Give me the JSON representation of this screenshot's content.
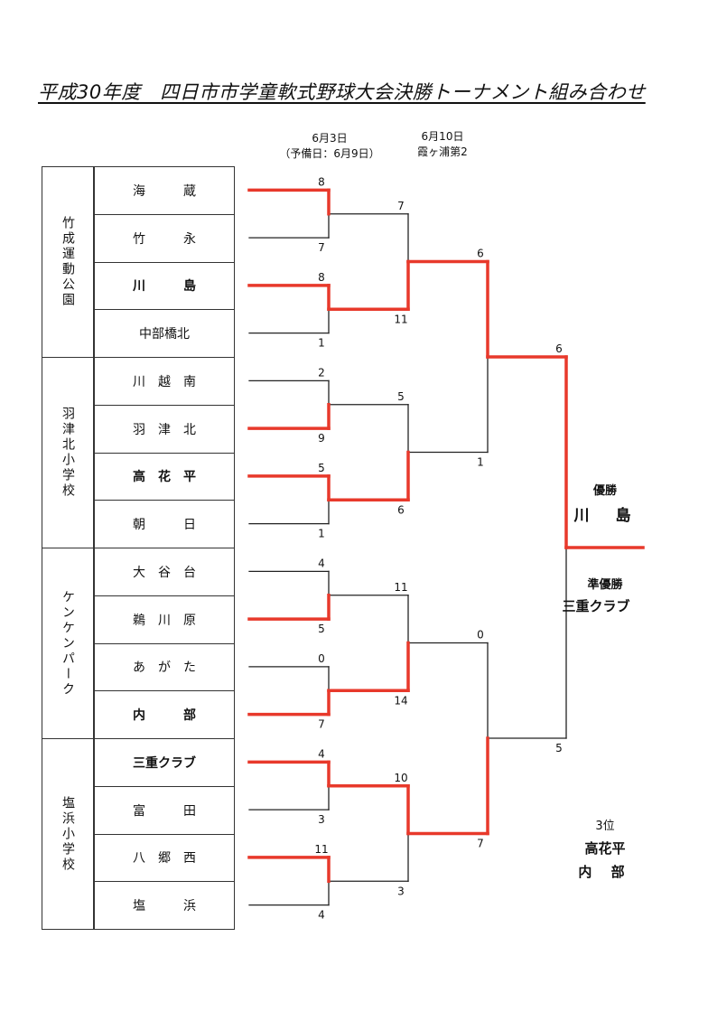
{
  "title": "平成30年度　四日市市学童軟式野球大会決勝トーナメント組み合わせ",
  "round_headers": {
    "r1_date": "6月3日",
    "r1_note": "（予備日：6月9日）",
    "r2_date": "6月10日",
    "r2_venue": "霞ヶ浦第2"
  },
  "venues": [
    "竹成運動公園",
    "羽津北小学校",
    "ケンケンパーク",
    "塩浜小学校"
  ],
  "teams": [
    {
      "name": "海　　　蔵",
      "bold": false
    },
    {
      "name": "竹　　　永",
      "bold": false
    },
    {
      "name": "川　　　島",
      "bold": true
    },
    {
      "name": "中部橋北",
      "bold": false
    },
    {
      "name": "川　越　南",
      "bold": false
    },
    {
      "name": "羽　津　北",
      "bold": false
    },
    {
      "name": "高　花　平",
      "bold": true
    },
    {
      "name": "朝　　　日",
      "bold": false
    },
    {
      "name": "大　谷　台",
      "bold": false
    },
    {
      "name": "鵜　川　原",
      "bold": false
    },
    {
      "name": "あ　が　た",
      "bold": false
    },
    {
      "name": "内　　　部",
      "bold": true
    },
    {
      "name": "三重クラブ",
      "bold": true
    },
    {
      "name": "富　　　田",
      "bold": false
    },
    {
      "name": "八　郷　西",
      "bold": false
    },
    {
      "name": "塩　　　浜",
      "bold": false
    }
  ],
  "round1": [
    {
      "top": "8",
      "bottom": "7",
      "winner": "top"
    },
    {
      "top": "8",
      "bottom": "1",
      "winner": "top"
    },
    {
      "top": "2",
      "bottom": "9",
      "winner": "bottom"
    },
    {
      "top": "5",
      "bottom": "1",
      "winner": "top"
    },
    {
      "top": "4",
      "bottom": "5",
      "winner": "bottom"
    },
    {
      "top": "0",
      "bottom": "7",
      "winner": "bottom"
    },
    {
      "top": "4",
      "bottom": "3",
      "winner": "top"
    },
    {
      "top": "11",
      "bottom": "4",
      "winner": "top"
    }
  ],
  "round2": [
    {
      "top": "7",
      "bottom": "11",
      "winner": "bottom"
    },
    {
      "top": "5",
      "bottom": "6",
      "winner": "bottom"
    },
    {
      "top": "11",
      "bottom": "14",
      "winner": "bottom"
    },
    {
      "top": "10",
      "bottom": "3",
      "winner": "top"
    }
  ],
  "semis": [
    {
      "top": "6",
      "bottom": "1",
      "winner": "top"
    },
    {
      "top": "0",
      "bottom": "7",
      "winner": "bottom"
    }
  ],
  "final": {
    "top": "6",
    "bottom": "5",
    "winner": "top"
  },
  "results": {
    "champion_label": "優勝",
    "champion": "川　島",
    "runner_up_label": "準優勝",
    "runner_up": "三重クラブ",
    "third_label": "3位",
    "third_1": "高花平",
    "third_2": "内 部"
  },
  "colors": {
    "winner_line": "#e8392b",
    "loser_line": "#222222"
  }
}
